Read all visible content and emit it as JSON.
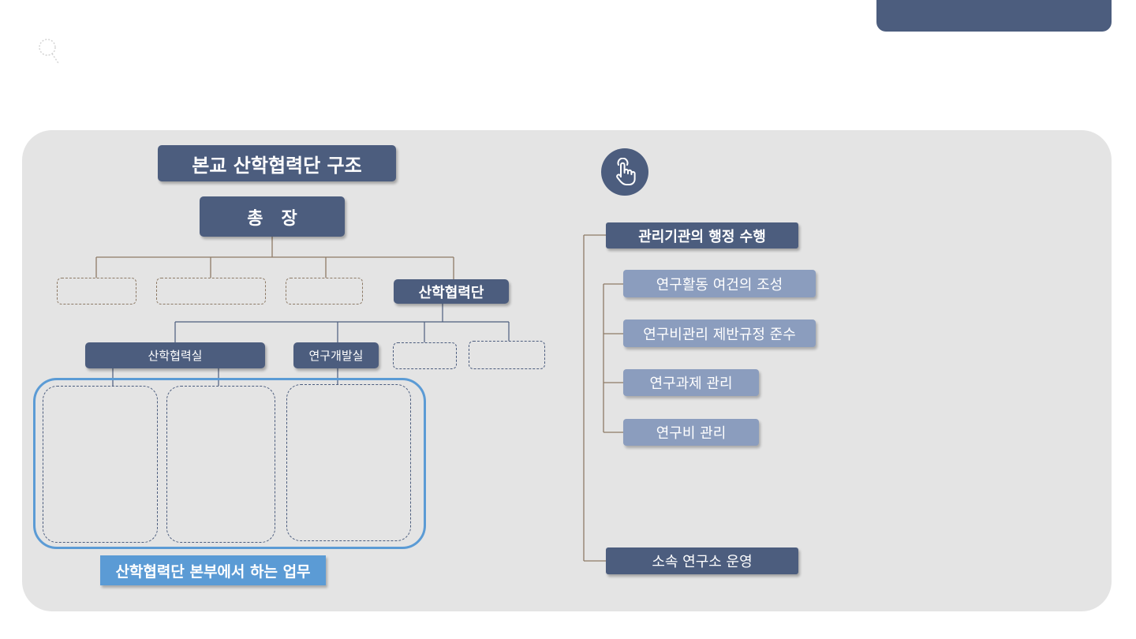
{
  "org_chart": {
    "title": "본교 산학협력단 구조",
    "president": "총   장",
    "foundation": "산학협력단",
    "sub_units": [
      "산학협력실",
      "연구개발실"
    ],
    "work_caption": "산학협력단 본부에서 하는 업무"
  },
  "roles": {
    "main_role": "관리기관의 행정 수행",
    "sub_roles": [
      "연구활동 여건의 조성",
      "연구비관리 제반규정 준수",
      "연구과제 관리",
      "연구비 관리"
    ],
    "bottom_role": "소속 연구소 운영"
  },
  "icons": {
    "search": "magnifier-icon",
    "touch": "pointing-hand-icon"
  },
  "colors": {
    "navy": "#4c5d7e",
    "light_navy": "#8b9dbe",
    "blue": "#5b9bd5",
    "panel": "#e4e4e4",
    "connector_brown": "#8d7a66"
  }
}
